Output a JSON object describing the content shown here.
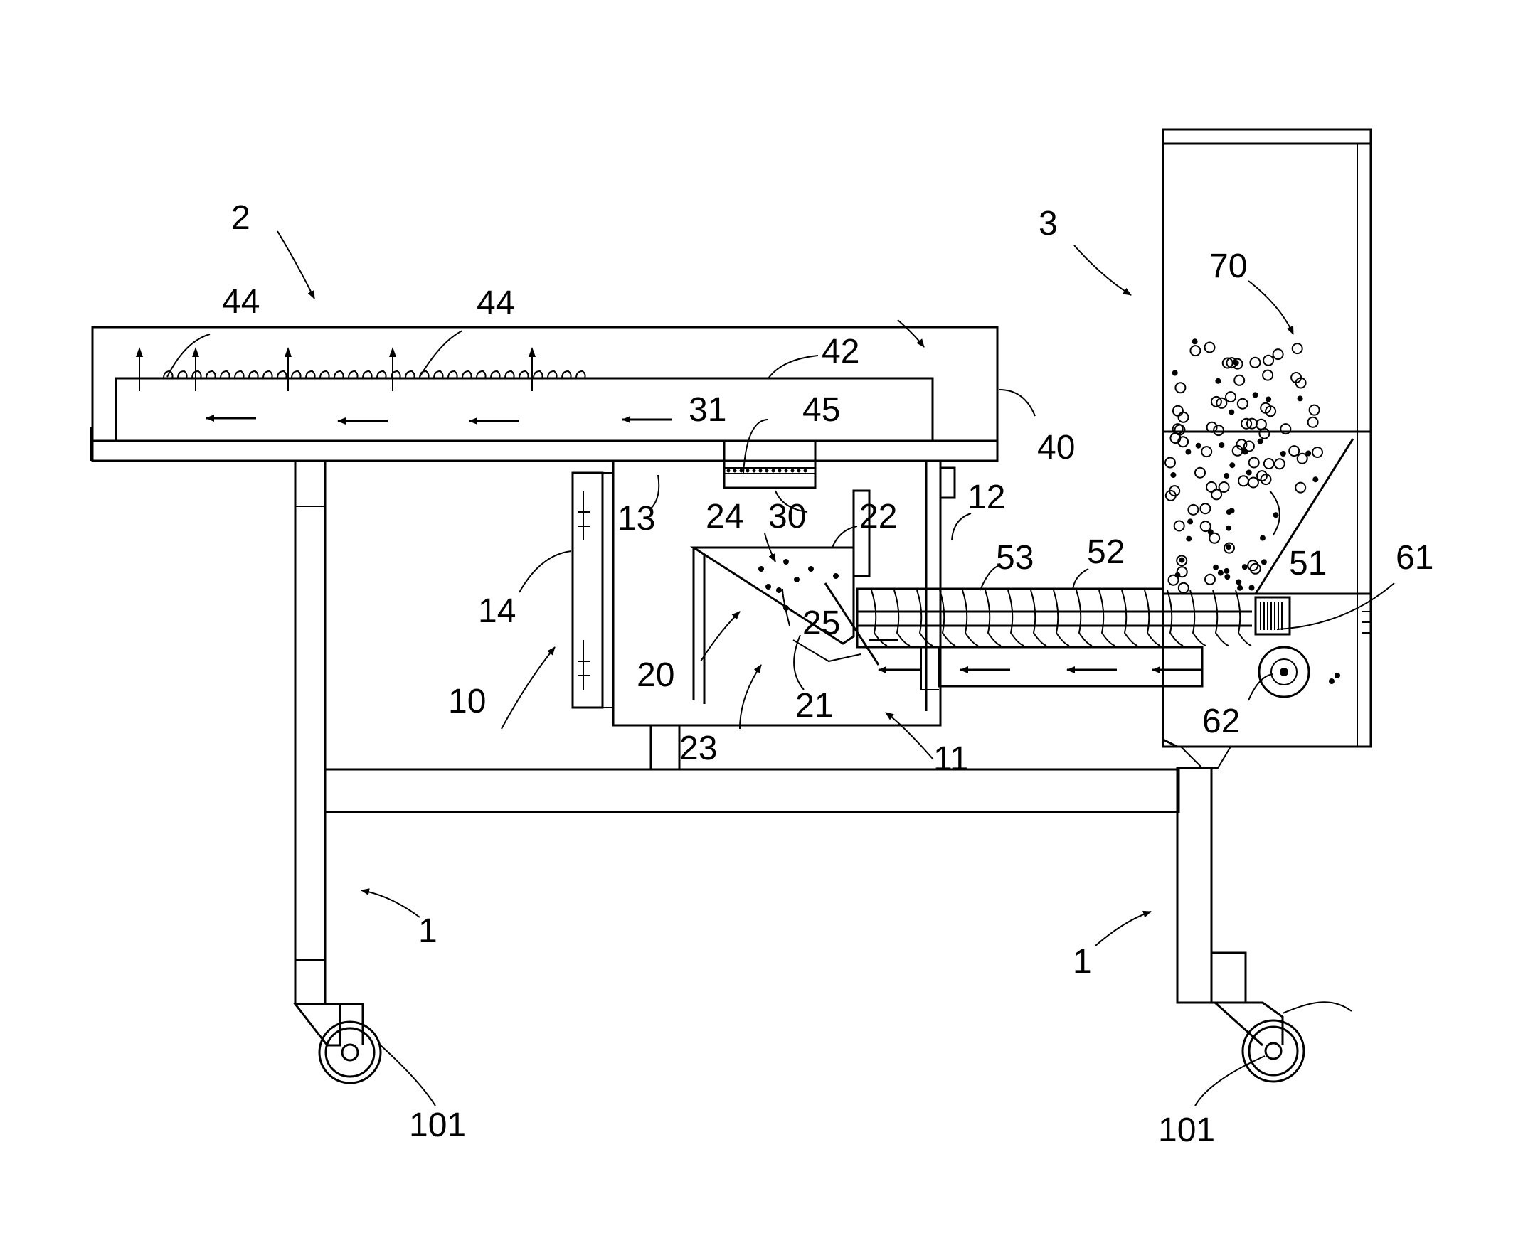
{
  "figure": {
    "labels": {
      "l2": "2",
      "l3": "3",
      "l1a": "1",
      "l1b": "1",
      "l10": "10",
      "l11": "11",
      "l12": "12",
      "l13": "13",
      "l14": "14",
      "l20": "20",
      "l21": "21",
      "l22": "22",
      "l23": "23",
      "l24": "24",
      "l25": "25",
      "l30": "30",
      "l31": "31",
      "l40": "40",
      "l42": "42",
      "l44a": "44",
      "l44b": "44",
      "l45": "45",
      "l51": "51",
      "l52": "52",
      "l53": "53",
      "l61": "61",
      "l62": "62",
      "l70": "70",
      "l101a": "101",
      "l101b": "101"
    }
  }
}
